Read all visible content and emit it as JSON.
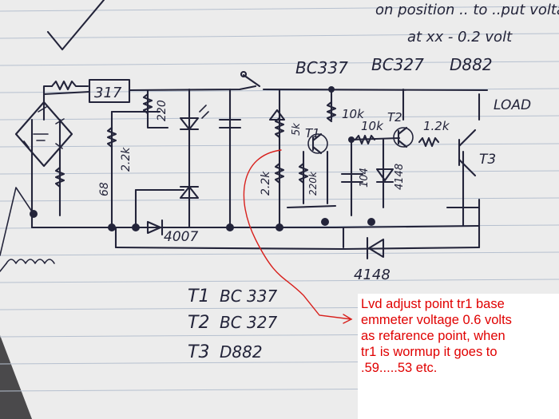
{
  "notebook": {
    "top_scribble": "on position .. to ..put voltage",
    "top_scribble_2": "at xx - 0.2 volt"
  },
  "schematic": {
    "header_parts": [
      "BC337",
      "BC327",
      "D882"
    ],
    "regulator_label": "317",
    "load_label": "LOAD",
    "resistors": {
      "r_220": "220",
      "r_2_2k": "2.2k",
      "r_68": "68",
      "r_5k": "5k",
      "r_10k_a": "10k",
      "r_10k_b": "10k",
      "r_2_2k_b": "2.2k",
      "r_220k": "220k",
      "r_1k2": "1.2k"
    },
    "capacitor_label": "104",
    "diodes": {
      "d_4007": "4007",
      "d_4148_a": "4148",
      "d_4148_b": "4148"
    },
    "transistor_labels": [
      "T1",
      "T2",
      "T3"
    ]
  },
  "legend": {
    "rows": [
      {
        "name": "T1",
        "part": "BC 337"
      },
      {
        "name": "T2",
        "part": "BC 327"
      },
      {
        "name": "T3",
        "part": "D882"
      }
    ]
  },
  "annotation": {
    "lines": [
      "Lvd adjust point tr1 base",
      "emmeter voltage 0.6 volts",
      "as refarence point, when",
      "tr1 is wormup it goes to",
      ".59.....53 etc."
    ],
    "color": "#e00000"
  },
  "colors": {
    "paper": "#efefef",
    "ink": "#23243a",
    "rule": "#b6c0cf",
    "annotation_red": "#d8201c"
  }
}
